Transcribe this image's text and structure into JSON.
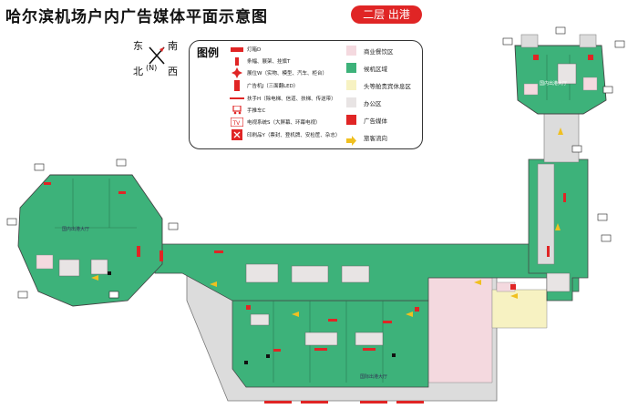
{
  "title": "哈尔滨机场户内广告媒体平面示意图",
  "badge": "二层 出港",
  "compass": {
    "east": "东",
    "south": "南",
    "north": "北",
    "north_marker": "(N)",
    "west": "西"
  },
  "legend": {
    "title": "图例",
    "items": [
      {
        "icon": "light-box-icon",
        "label": "灯箱D"
      },
      {
        "icon": "banner-icon",
        "label": "条幅、展架、挂旗T"
      },
      {
        "icon": "display-booth-icon",
        "label": "展位W（实物、模型、汽车、柜台）"
      },
      {
        "icon": "ad-machine-icon",
        "label": "广告机J（三面翻LED）"
      },
      {
        "icon": "handrail-icon",
        "label": "扶手H（除电梯、信道、扶梯、传送带）"
      },
      {
        "icon": "trolley-icon",
        "label": "手推车C"
      },
      {
        "icon": "tv-icon",
        "label": "电视系统S（大屏幕、环幕电视）"
      },
      {
        "icon": "printed-matter-icon",
        "label": "印刷品Y（票封、登机牌、安检筐、杂志）"
      }
    ],
    "zones": [
      {
        "label": "商业餐饮区",
        "color": "#f4d9df"
      },
      {
        "label": "候机区域",
        "color": "#3db27a"
      },
      {
        "label": "头等舱贵宾休息区",
        "color": "#f7f2c2"
      },
      {
        "label": "办公区",
        "color": "#e8e4e4"
      },
      {
        "label": "广告媒体",
        "color": "#e02525"
      },
      {
        "label": "旅客流向",
        "color": "#f0c020"
      }
    ]
  },
  "map_labels": {
    "west_hall": "国内出港大厅",
    "east_hall": "国内出港大厅",
    "south_hall": "国际出港大厅"
  },
  "colors": {
    "waiting": "#3db27a",
    "commercial": "#f4d9df",
    "vip": "#f7f2c2",
    "office": "#e8e4e4",
    "ad": "#e02525",
    "flow": "#f0c020",
    "corridor": "#dcdcdc"
  }
}
